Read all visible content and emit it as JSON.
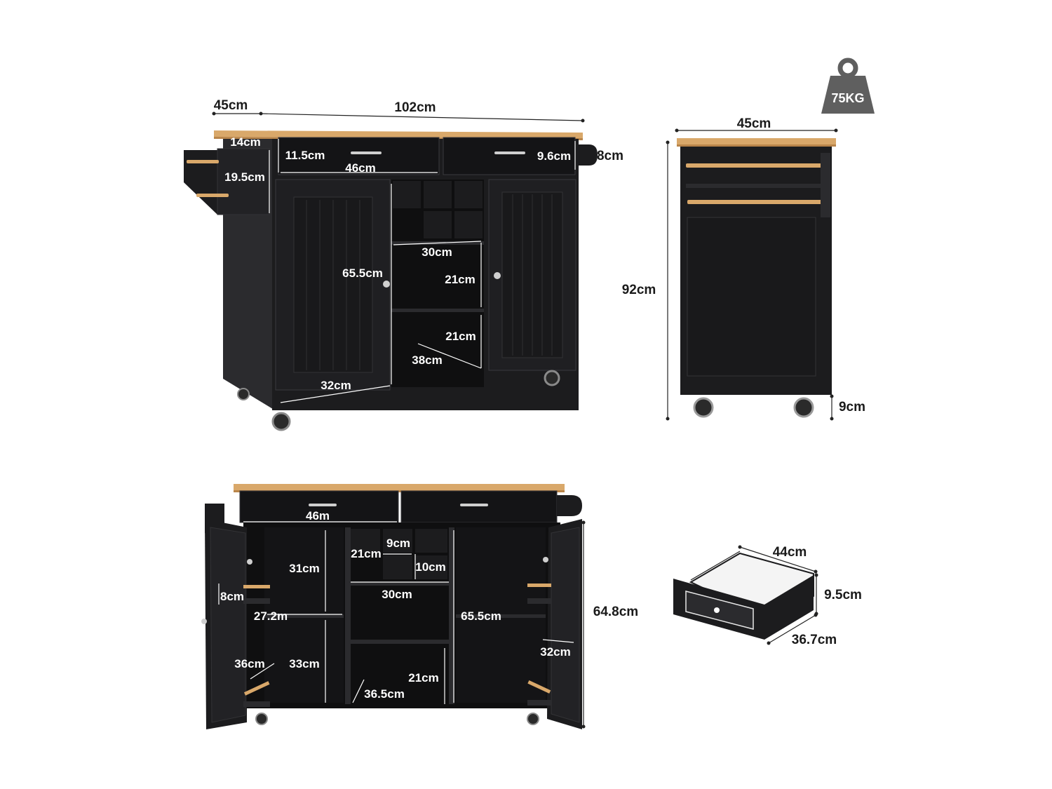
{
  "colors": {
    "cabinet": "#1c1c1e",
    "cabinet_edge": "#2b2b2e",
    "wood": "#d9a86a",
    "wood_dark": "#b9854a",
    "weight_badge": "#5f5f5f"
  },
  "weight": {
    "label": "75KG",
    "icon": "weight-icon"
  },
  "front_view": {
    "depth": "45cm",
    "width": "102cm",
    "rack_depth": "14cm",
    "drawer_height_left": "11.5cm",
    "drawer_width": "46cm",
    "drawer_height_right": "9.6cm",
    "handle": "8cm",
    "rack_height": "19.5cm",
    "door_height": "65.5cm",
    "shelf_width": "30cm",
    "shelf_height_top": "21cm",
    "shelf_height_bottom": "21cm",
    "shelf_depth": "38cm",
    "door_width": "32cm"
  },
  "side_view": {
    "width": "45cm",
    "height": "92cm",
    "wheel": "9cm"
  },
  "open_view": {
    "drawer_width": "46m",
    "cube_height": "21cm",
    "cube_width": "9cm",
    "cube_height_right": "10cm",
    "left_upper": "31cm",
    "rack_depth": "8cm",
    "shelf_depth": "27.2m",
    "cube_shelf_width": "30cm",
    "center_height": "65.5cm",
    "total_height": "64.8cm",
    "door_shelf_left": "36cm",
    "left_lower": "33cm",
    "door_shelf_right": "32cm",
    "bottom_shelf_height": "21cm",
    "bottom_shelf_depth": "36.5cm"
  },
  "drawer_view": {
    "width": "44cm",
    "height": "9.5cm",
    "depth": "36.7cm"
  }
}
